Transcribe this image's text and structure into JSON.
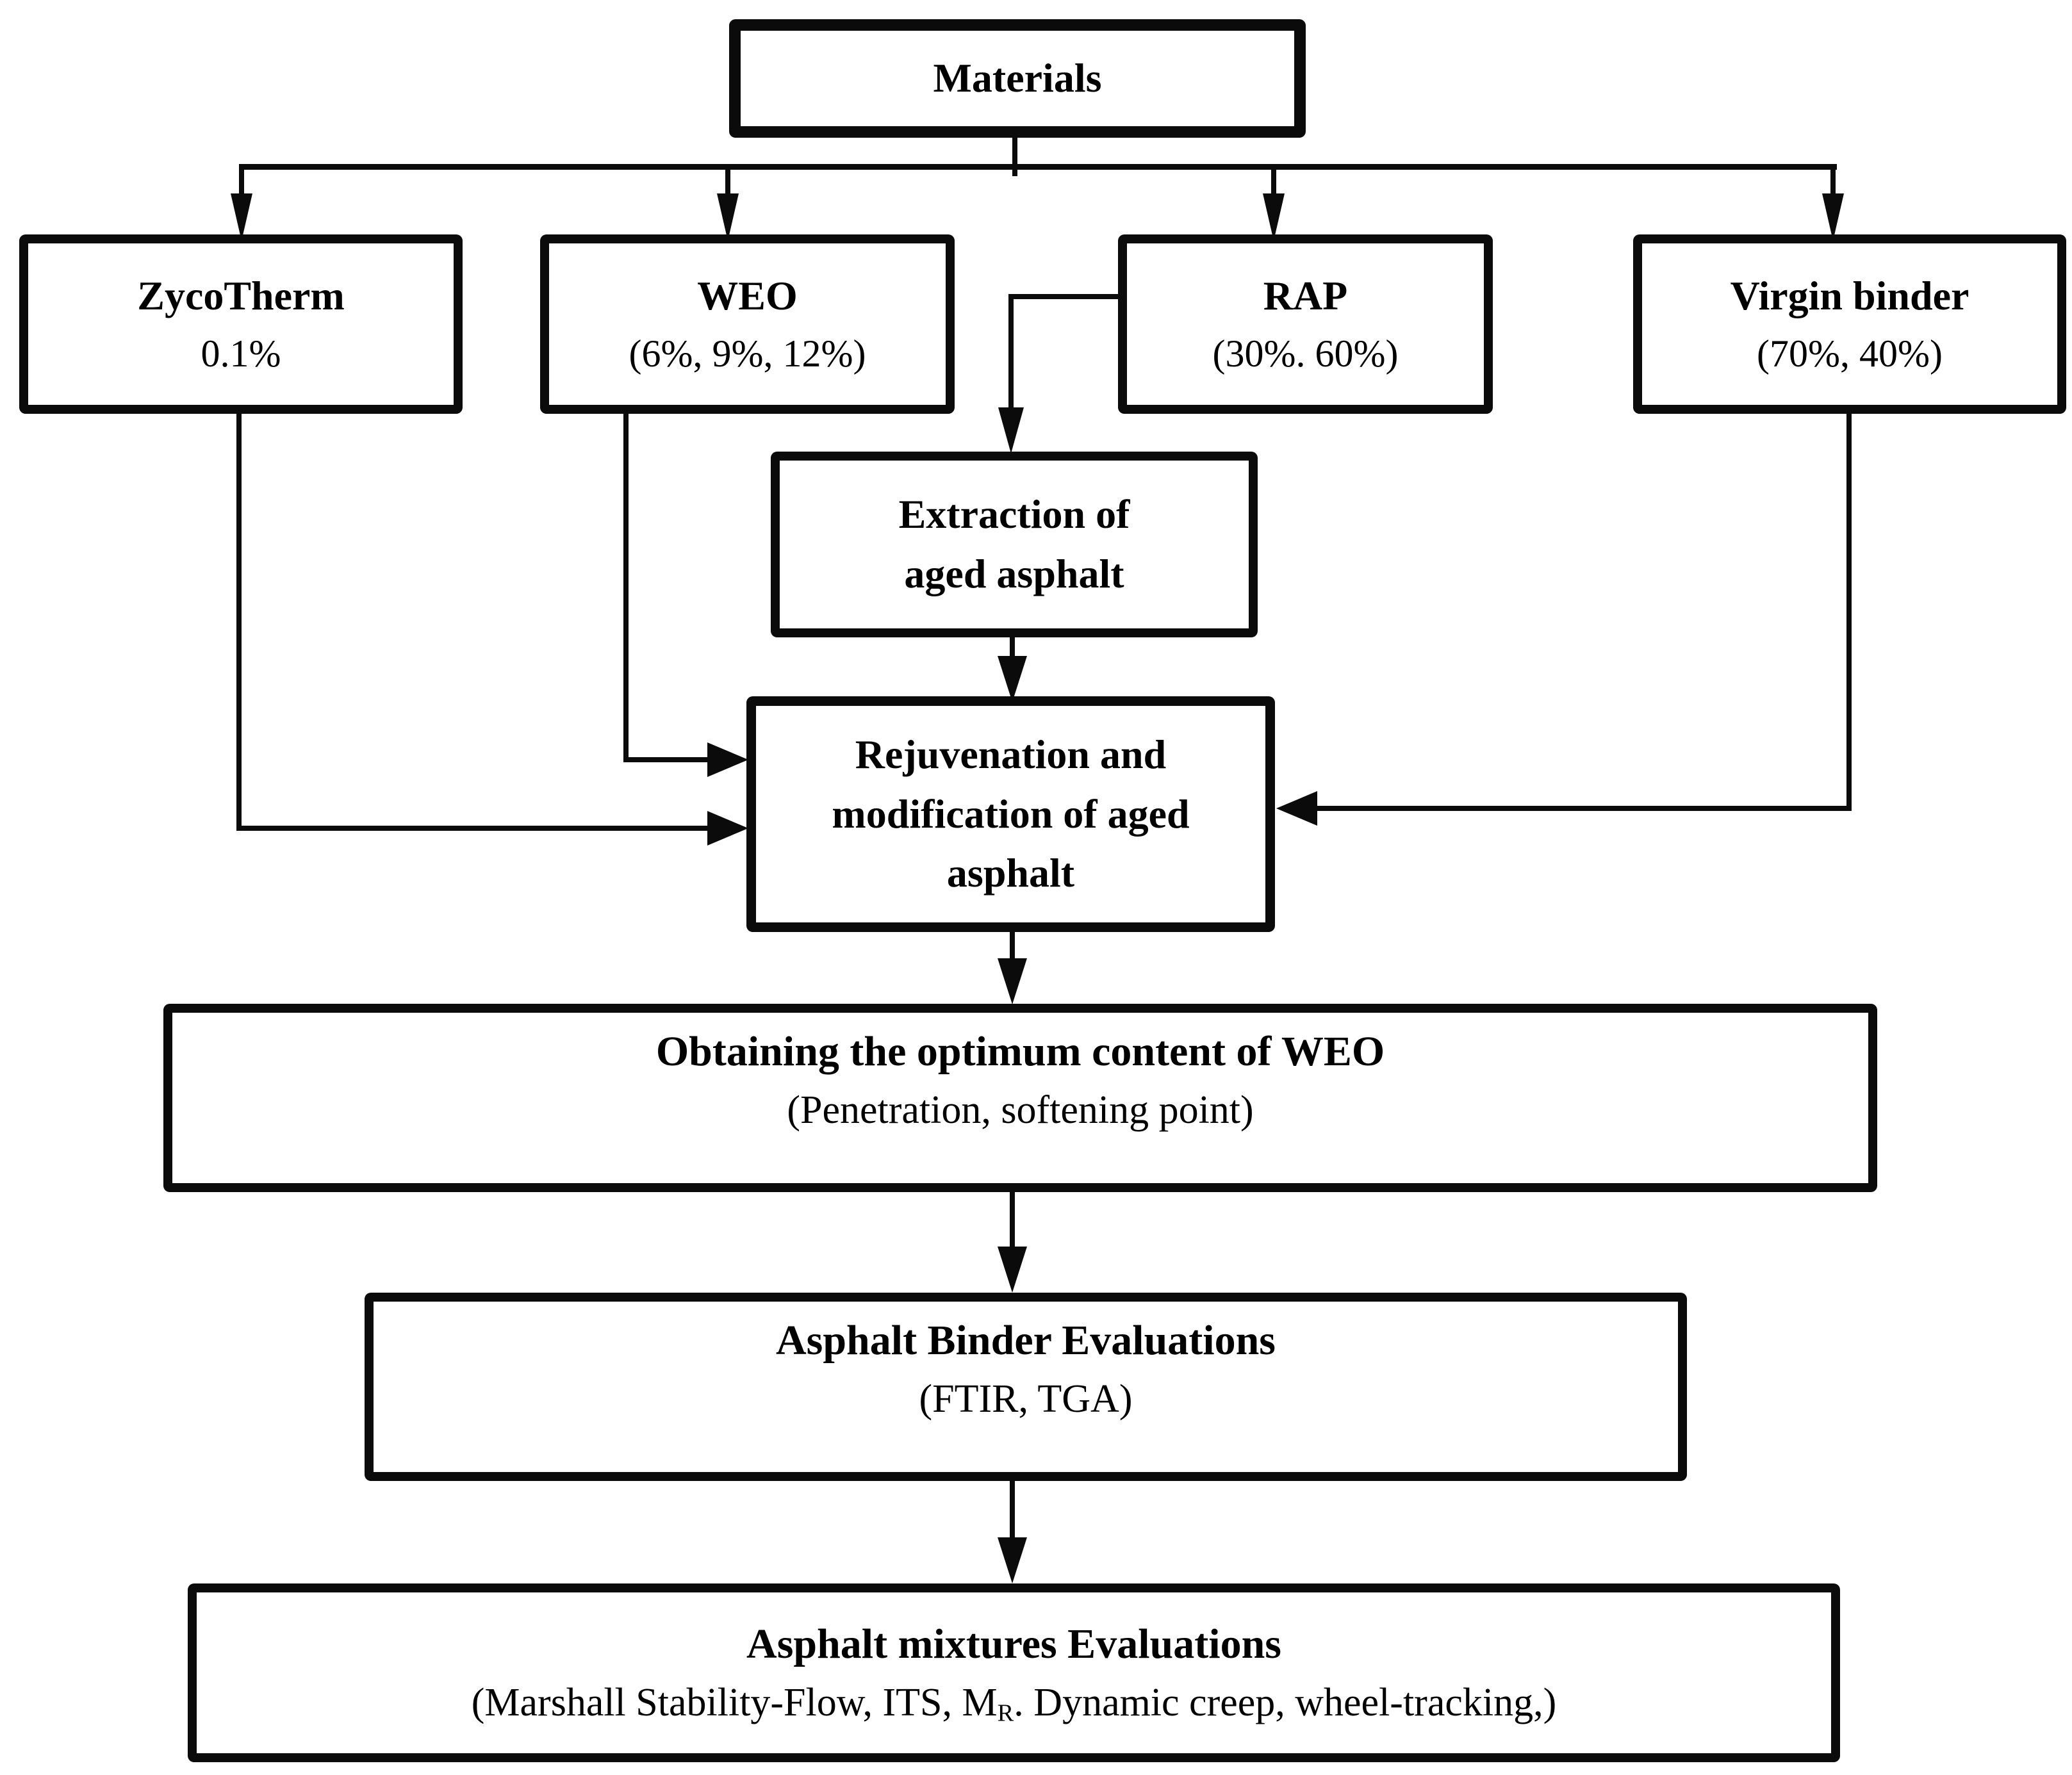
{
  "diagram": {
    "colors": {
      "ink": "#0b0b0b",
      "background": "#ffffff"
    },
    "boxes": {
      "materials": {
        "title": "Materials"
      },
      "zycotherm": {
        "title": "ZycoTherm",
        "subtitle": "0.1%"
      },
      "weo": {
        "title": "WEO",
        "subtitle": "(6%, 9%, 12%)"
      },
      "rap": {
        "title": "RAP",
        "subtitle": "(30%. 60%)"
      },
      "virgin_binder": {
        "title": "Virgin binder",
        "subtitle": "(70%, 40%)"
      },
      "extraction": {
        "line1": "Extraction of",
        "line2": "aged asphalt"
      },
      "rejuvenation": {
        "line1": "Rejuvenation and",
        "line2": "modification of aged",
        "line3": "asphalt"
      },
      "obtaining": {
        "title": "Obtaining the optimum content of WEO",
        "subtitle": "(Penetration, softening point)"
      },
      "binder_evaluations": {
        "title": "Asphalt Binder Evaluations",
        "subtitle": "(FTIR, TGA)"
      },
      "mixtures_evaluations": {
        "title": "Asphalt mixtures Evaluations",
        "subtitle_pre": "(Marshall Stability-Flow, ITS, M",
        "subtitle_sub": "R",
        "subtitle_post": ". Dynamic creep, wheel-tracking,)"
      }
    }
  }
}
